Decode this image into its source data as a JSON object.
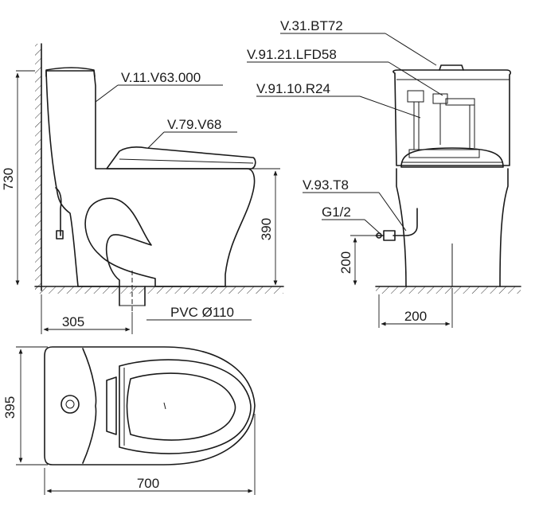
{
  "labels": {
    "flush_button": "V.31.BT72",
    "fill_valve": "V.91.21.LFD58",
    "flush_valve": "V.91.10.R24",
    "body": "V.11.V63.000",
    "seat_cover": "V.79.V68",
    "angle_valve": "V.93.T8",
    "thread": "G1/2",
    "drain_pipe": "PVC Ø110"
  },
  "dimensions": {
    "height": "730",
    "seat_height": "390",
    "rough_in": "305",
    "supply_height": "200",
    "supply_offset": "200",
    "width": "395",
    "length": "700"
  }
}
